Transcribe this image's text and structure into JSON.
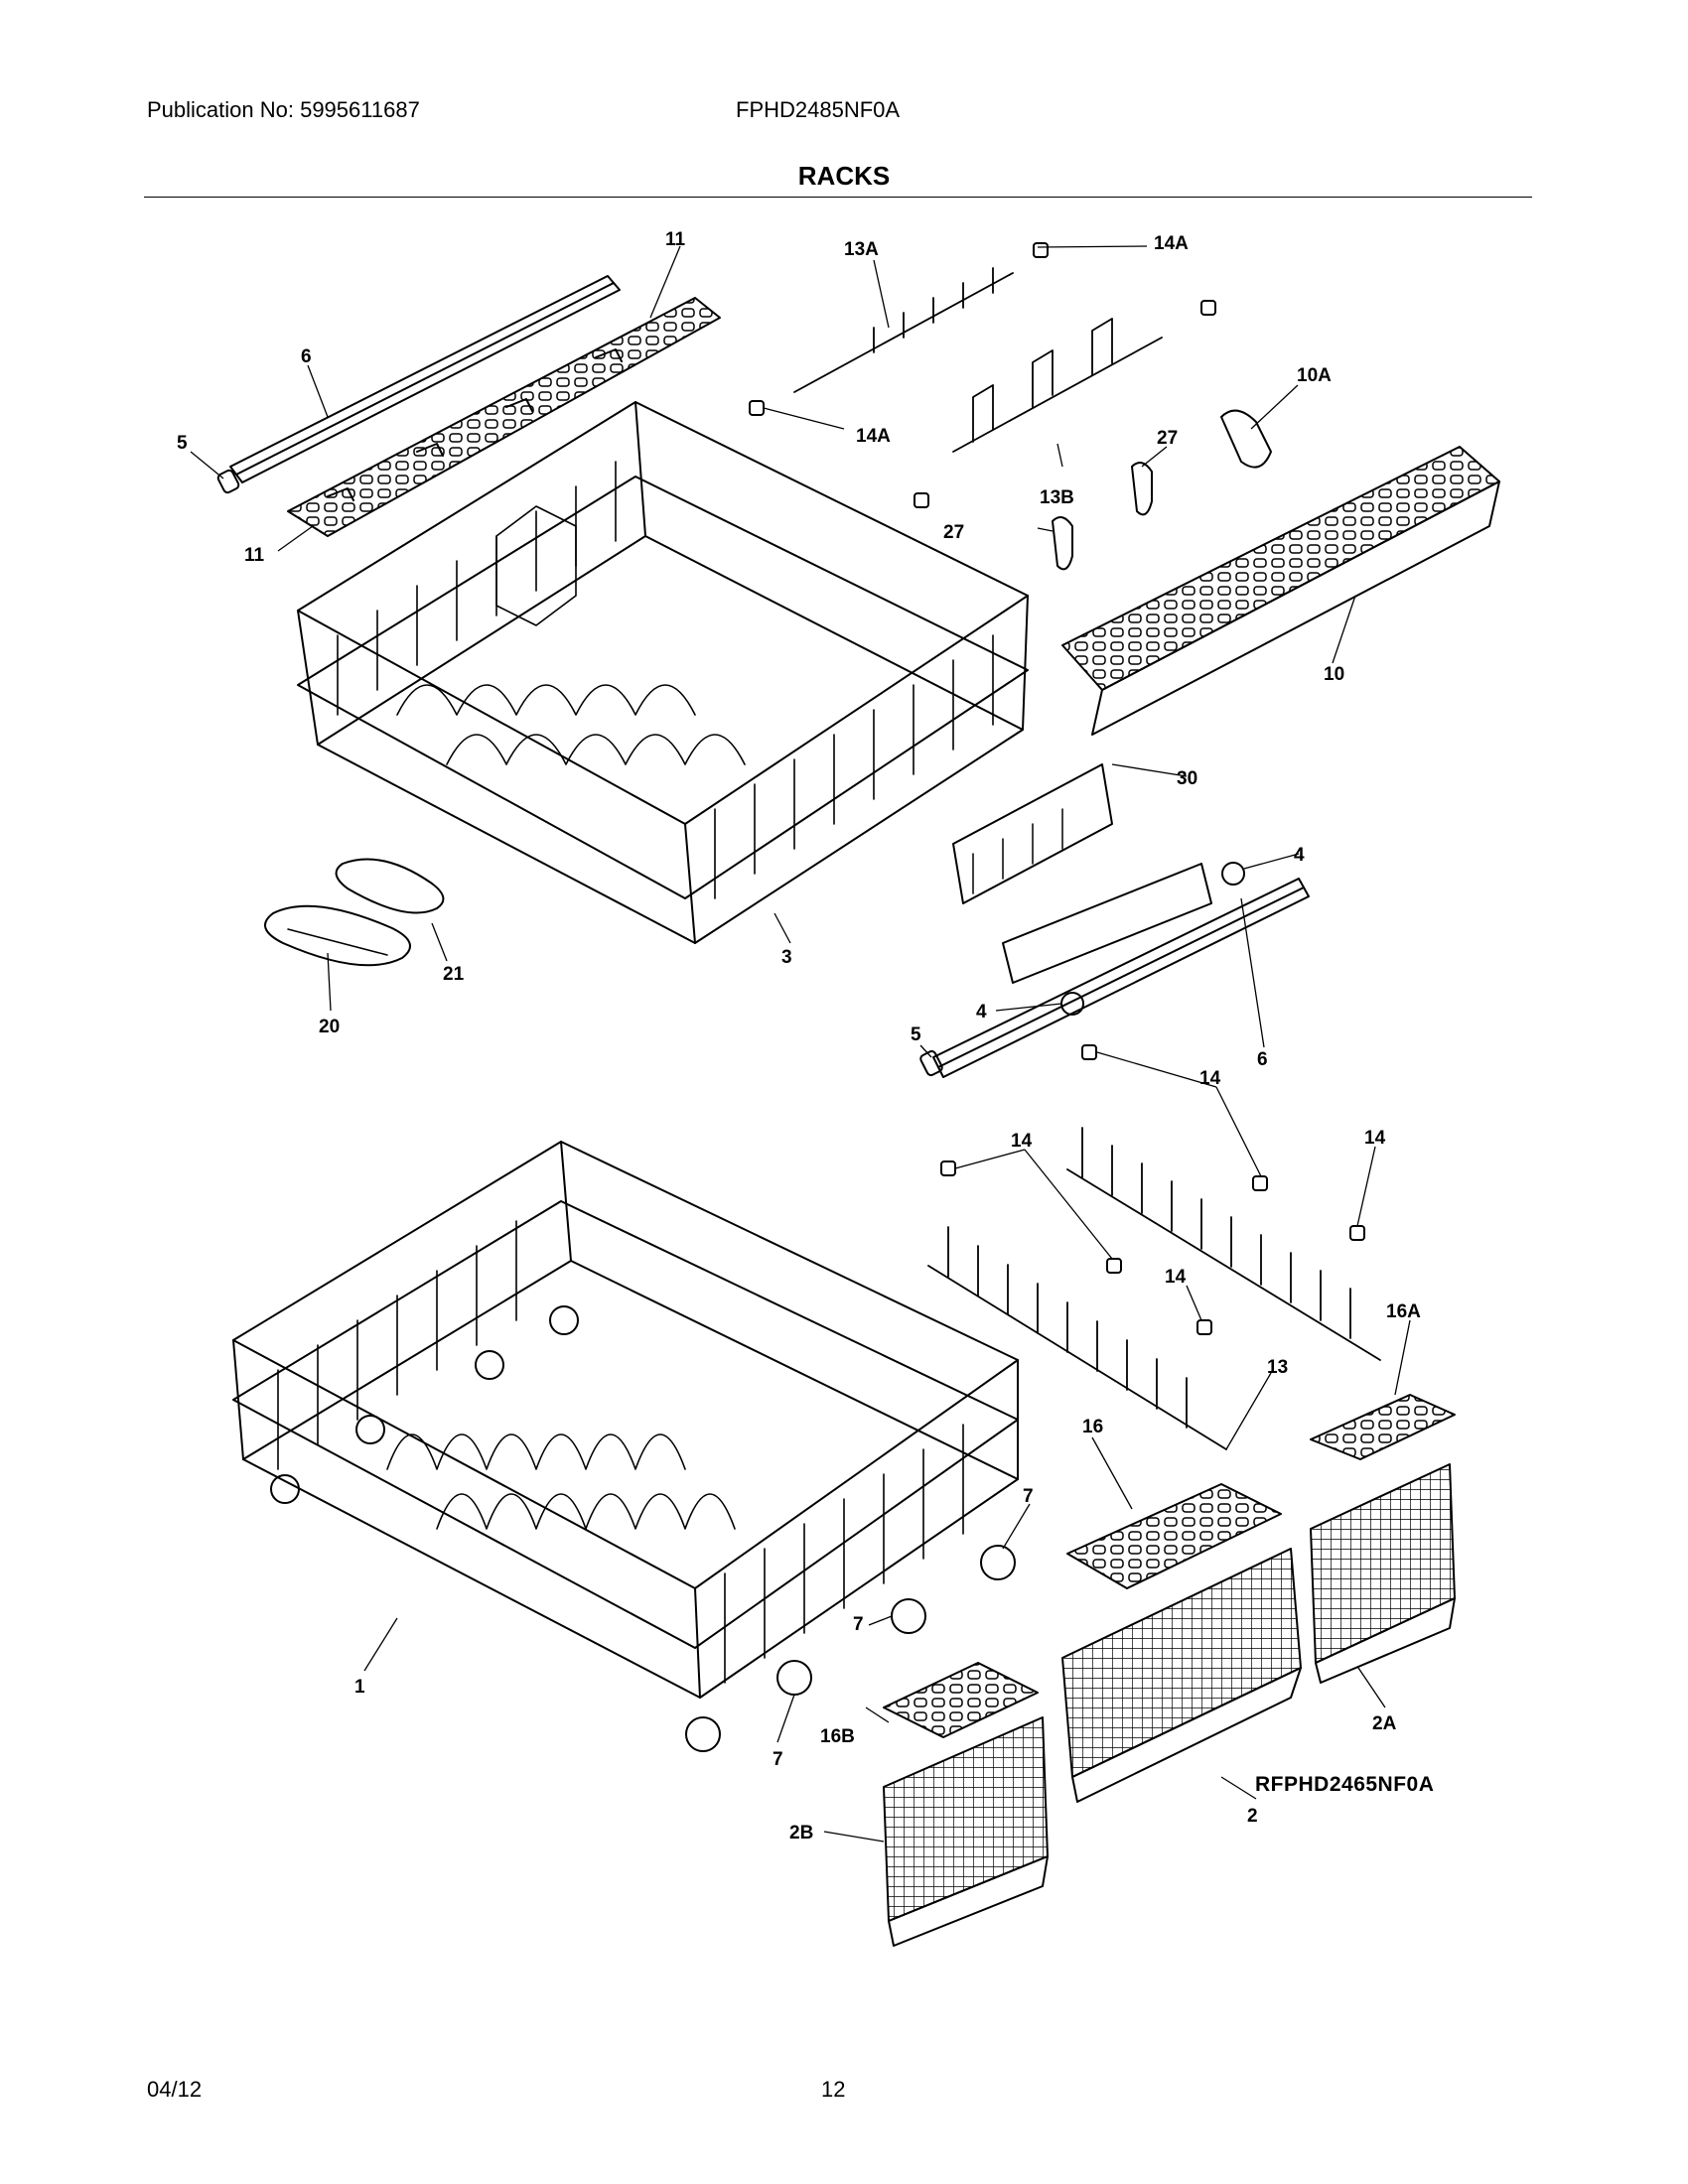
{
  "header": {
    "publication": "Publication No: 5995611687",
    "model": "FPHD2485NF0A"
  },
  "title": "RACKS",
  "reference_code": "RFPHD2465NF0A",
  "callouts": [
    "11",
    "6",
    "5",
    "11",
    "13A",
    "14A",
    "14A",
    "10A",
    "27",
    "13B",
    "27",
    "10",
    "30",
    "4",
    "4",
    "6",
    "5",
    "3",
    "21",
    "20",
    "14",
    "14",
    "14",
    "14",
    "13",
    "16A",
    "16",
    "2A",
    "2",
    "7",
    "7",
    "7",
    "1",
    "16B",
    "2B"
  ],
  "footer": {
    "date": "04/12",
    "page": "12"
  }
}
